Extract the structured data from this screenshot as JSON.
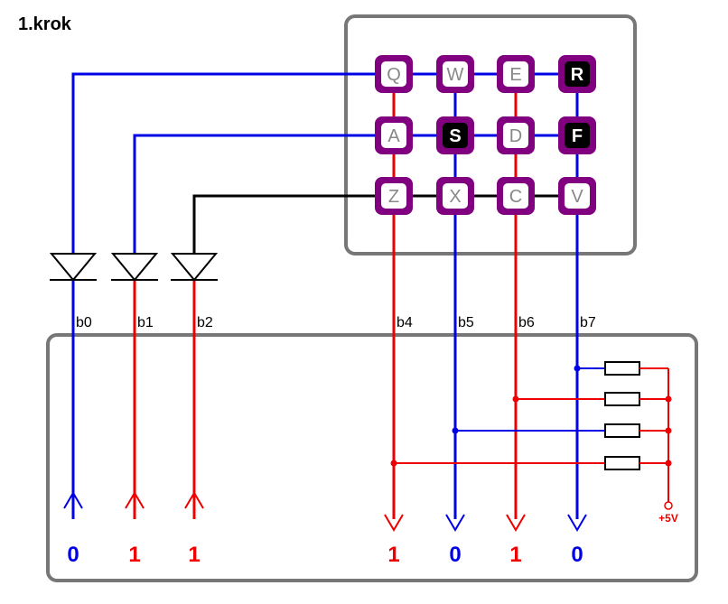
{
  "title": "1.krok",
  "colors": {
    "blue": "#0000e6",
    "red": "#ee0000",
    "black": "#000000",
    "frame": "#777777",
    "key_border": "#800080",
    "key_text": "#888888",
    "key_pressed_bg": "#000000",
    "key_pressed_text": "#ffffff"
  },
  "keyboard": {
    "rows": [
      [
        {
          "label": "Q",
          "pressed": false
        },
        {
          "label": "W",
          "pressed": false
        },
        {
          "label": "E",
          "pressed": false
        },
        {
          "label": "R",
          "pressed": true
        }
      ],
      [
        {
          "label": "A",
          "pressed": false
        },
        {
          "label": "S",
          "pressed": true
        },
        {
          "label": "D",
          "pressed": false
        },
        {
          "label": "F",
          "pressed": true
        }
      ],
      [
        {
          "label": "Z",
          "pressed": false
        },
        {
          "label": "X",
          "pressed": false
        },
        {
          "label": "C",
          "pressed": false
        },
        {
          "label": "V",
          "pressed": false
        }
      ]
    ]
  },
  "row_lines": [
    {
      "bit": "b0",
      "color": "blue"
    },
    {
      "bit": "b1",
      "color": "blue"
    },
    {
      "bit": "b2",
      "color": "black"
    }
  ],
  "row_inputs": [
    {
      "bit": "b0",
      "value": "0",
      "color": "blue"
    },
    {
      "bit": "b1",
      "value": "1",
      "color": "red"
    },
    {
      "bit": "b2",
      "value": "1",
      "color": "red"
    }
  ],
  "column_outputs": [
    {
      "bit": "b4",
      "value": "1",
      "color": "red"
    },
    {
      "bit": "b5",
      "value": "0",
      "color": "blue"
    },
    {
      "bit": "b6",
      "value": "1",
      "color": "red"
    },
    {
      "bit": "b7",
      "value": "0",
      "color": "blue"
    }
  ],
  "supply_label": "+5V"
}
